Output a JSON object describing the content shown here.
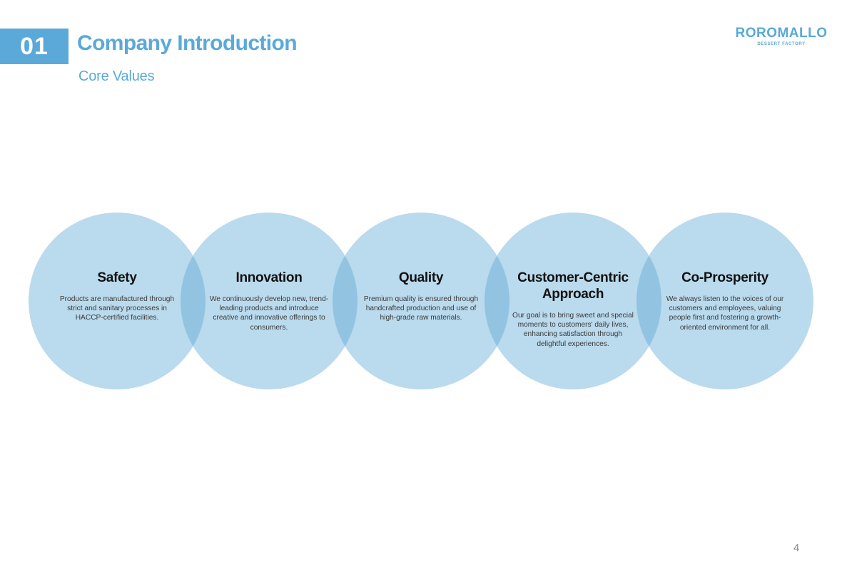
{
  "header": {
    "section_number": "01",
    "title": "Company Introduction",
    "subtitle": "Core Values"
  },
  "logo": {
    "name": "ROROMALLO",
    "tagline": "DESSERT FACTORY"
  },
  "values": [
    {
      "title": "Safety",
      "description": "Products are manufactured through strict and sanitary processes in HACCP-certified facilities."
    },
    {
      "title": "Innovation",
      "description": "We continuously develop new, trend-leading products and introduce creative and innovative offerings to consumers."
    },
    {
      "title": "Quality",
      "description": "Premium quality is ensured through handcrafted production and use of high-grade raw materials."
    },
    {
      "title": "Customer-Centric Approach",
      "description": "Our goal is to bring sweet and special moments to customers' daily lives, enhancing satisfaction through delightful experiences."
    },
    {
      "title": "Co-Prosperity",
      "description": "We always listen to the voices of our customers and employees, valuing people first and fostering a growth-oriented environment for all."
    }
  ],
  "footer": {
    "page_number": "4"
  },
  "colors": {
    "accent": "#5aa9d8",
    "circle_fill": "#b9daed",
    "circle_overlap": "#8cc3e3"
  }
}
